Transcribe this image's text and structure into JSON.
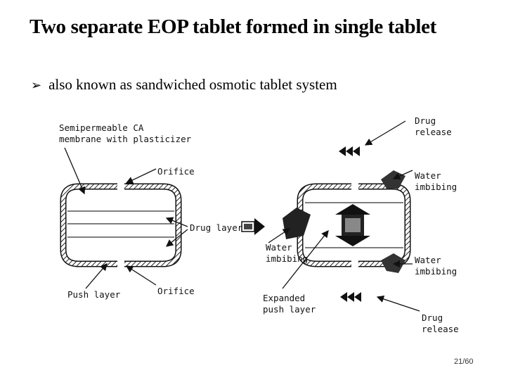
{
  "slide": {
    "title": "Two separate EOP tablet formed in single tablet",
    "bullet": "also known as sandwiched osmotic tablet system",
    "page_number": "21/60"
  },
  "figure": {
    "labels": {
      "membrane_line1": "Semipermeable CA",
      "membrane_line2": "membrane with plasticizer",
      "orifice_top": "Orifice",
      "drug_layer": "Drug layer",
      "push_layer": "Push layer",
      "orifice_bottom": "Orifice",
      "drug_release_top_1": "Drug",
      "drug_release_top_2": "release",
      "water_top_1": "Water",
      "water_top_2": "imbibing",
      "water_center_1": "Water",
      "water_center_2": "imbibing",
      "water_bottom_1": "Water",
      "water_bottom_2": "imbibing",
      "expanded_1": "Expanded",
      "expanded_2": "push layer",
      "drug_release_bottom_1": "Drug",
      "drug_release_bottom_2": "release"
    }
  }
}
